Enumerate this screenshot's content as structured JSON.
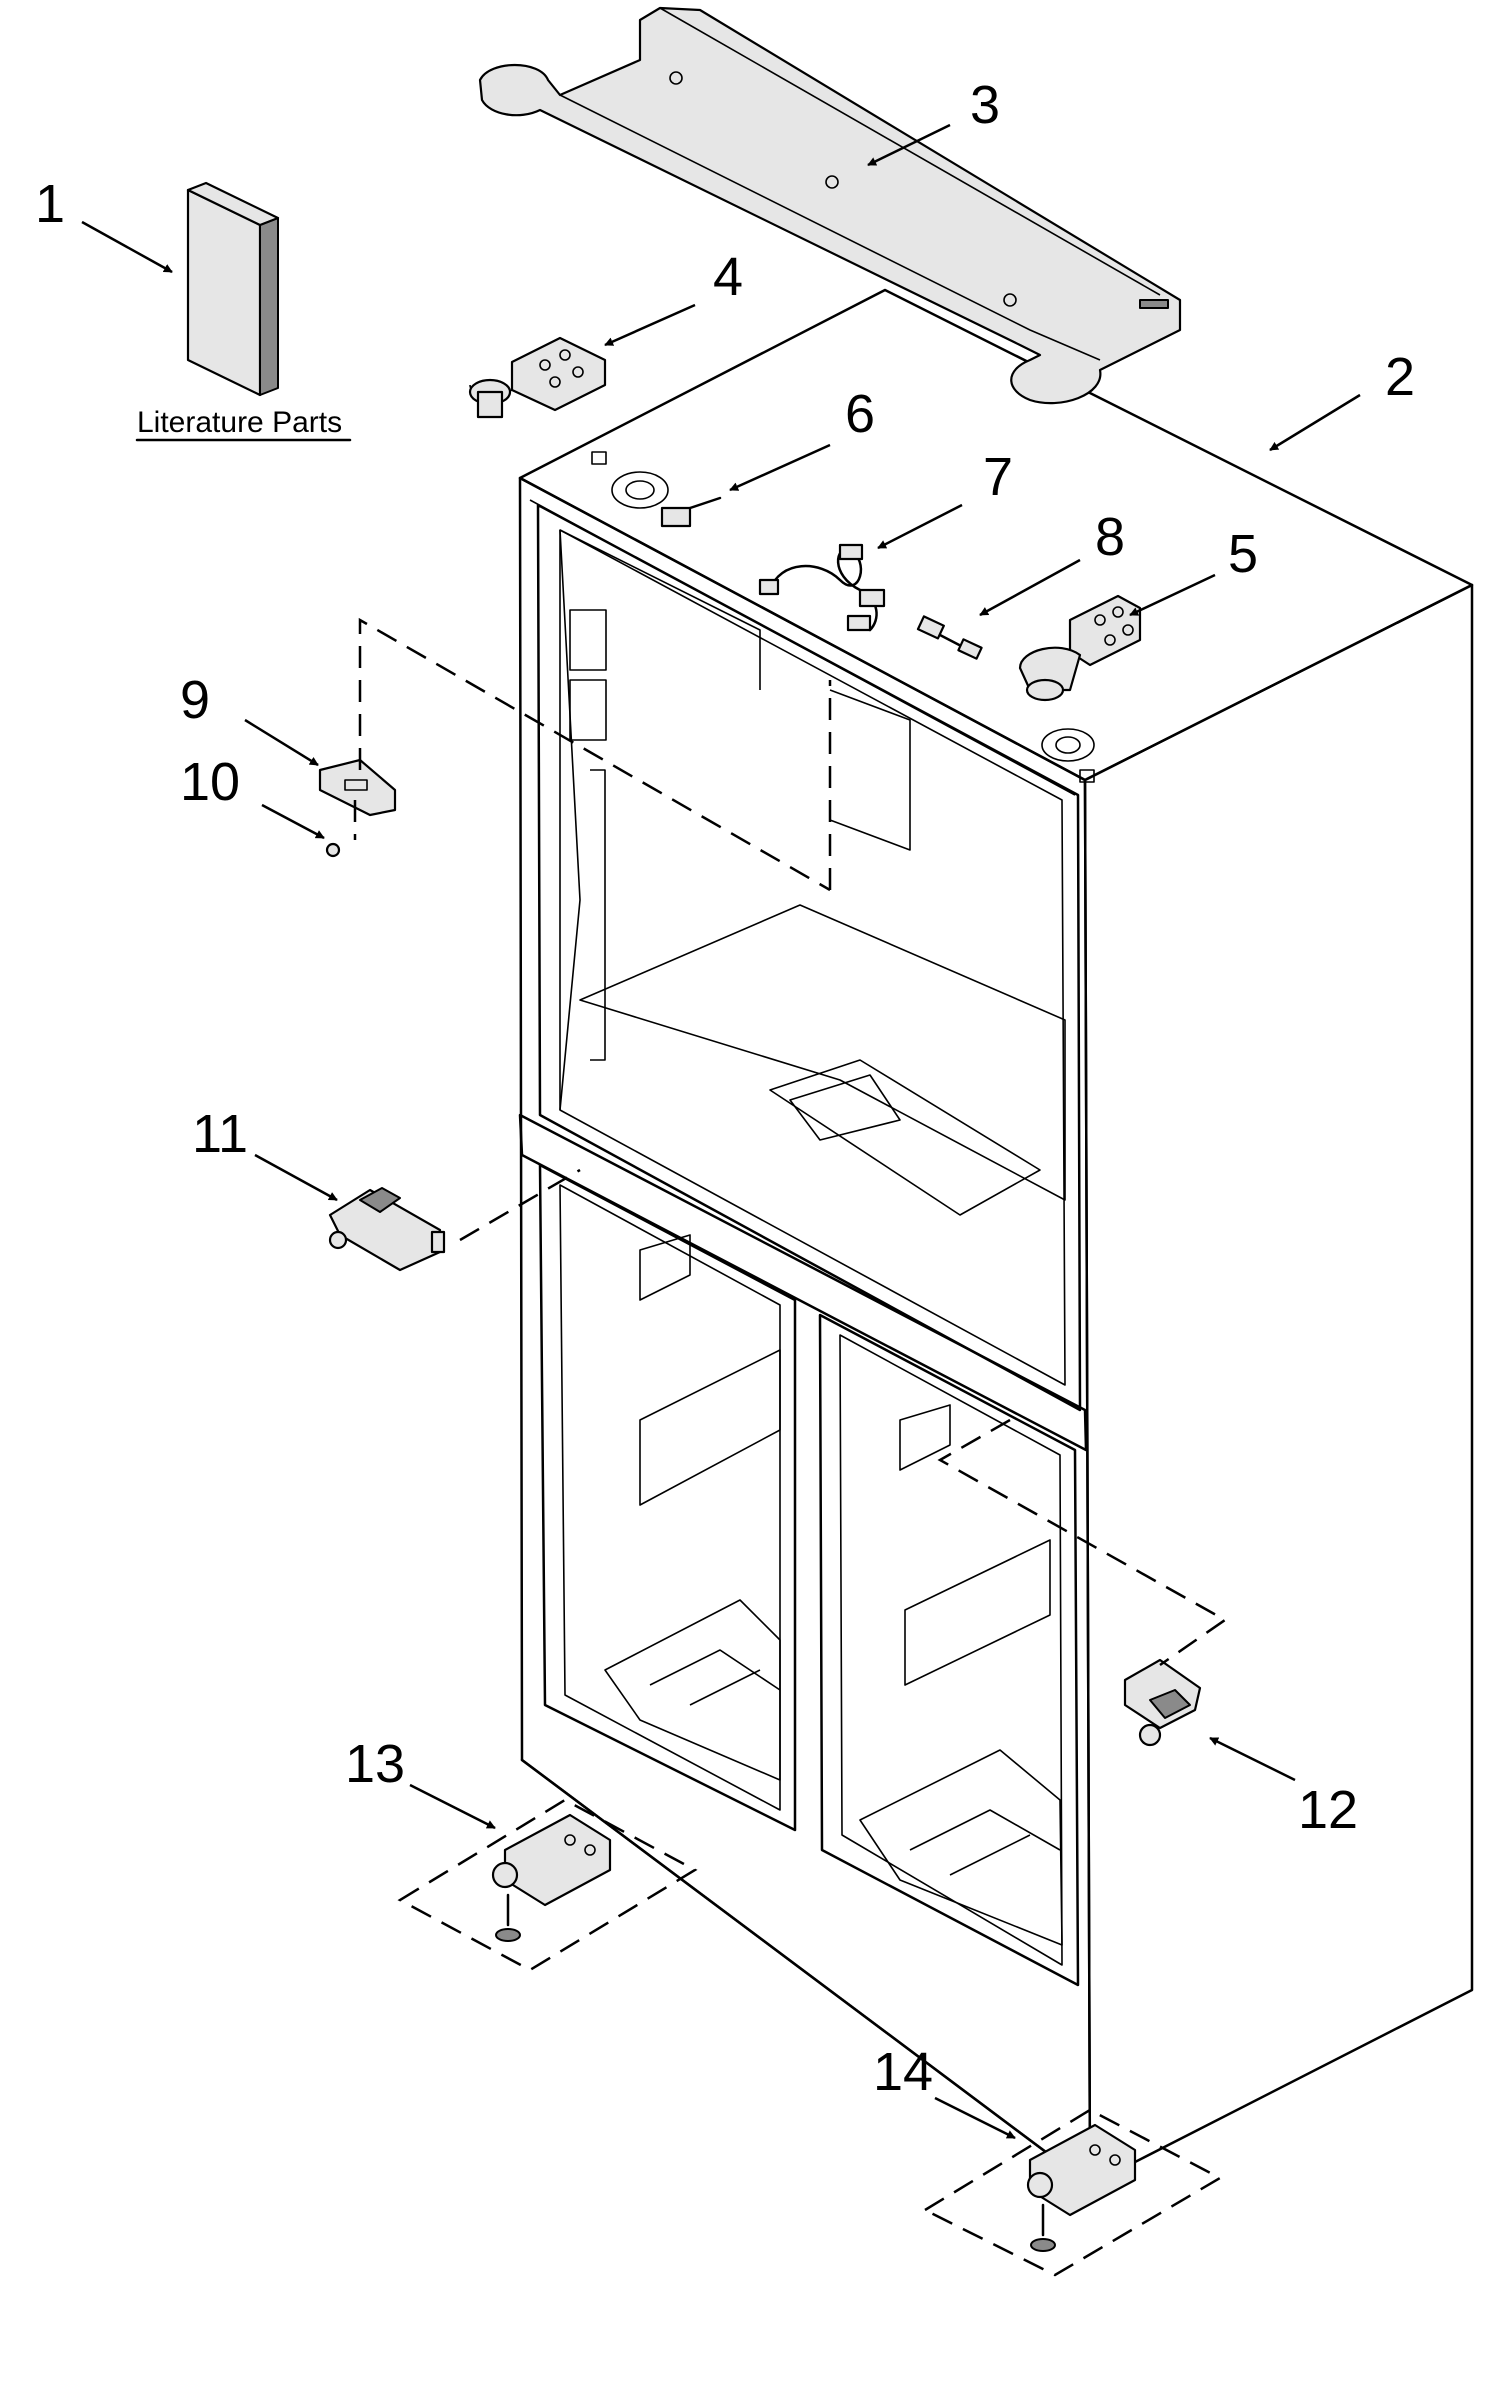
{
  "literature_label": "Literature Parts",
  "callouts": [
    "1",
    "2",
    "3",
    "4",
    "5",
    "6",
    "7",
    "8",
    "9",
    "10",
    "11",
    "12",
    "13",
    "14"
  ]
}
